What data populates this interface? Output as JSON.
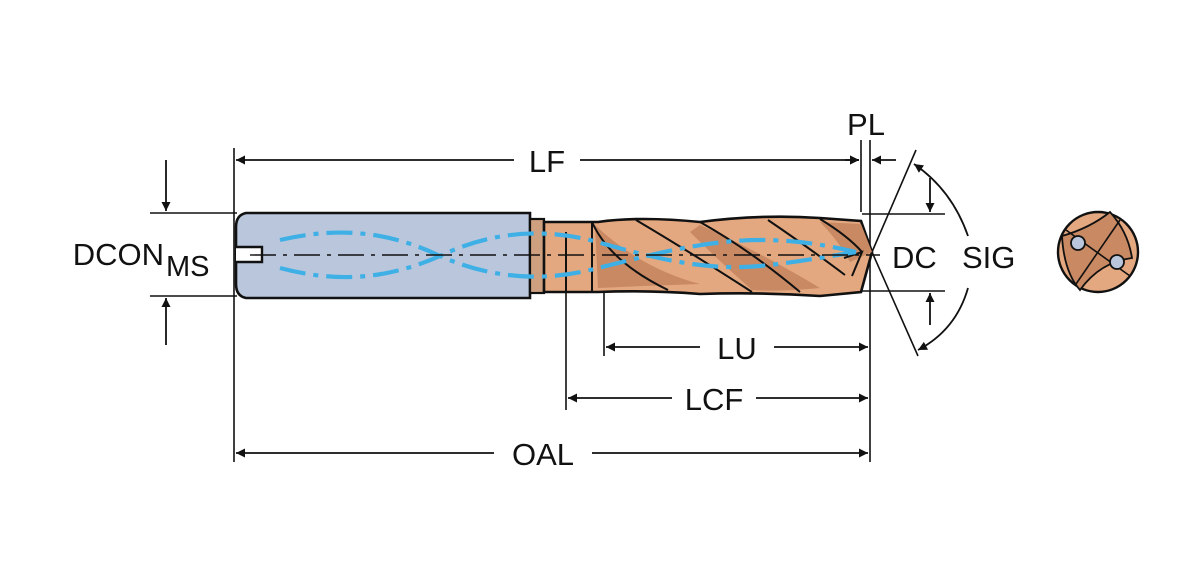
{
  "labels": {
    "lf": "LF",
    "pl": "PL",
    "dcon": "DCON",
    "ms": "MS",
    "dc": "DC",
    "sig": "SIG",
    "lu": "LU",
    "lcf": "LCF",
    "oal": "OAL"
  },
  "colors": {
    "shank": "#b9c6dc",
    "body": "#e4a880",
    "coolant": "#3fb0e6",
    "outline": "#111111"
  }
}
